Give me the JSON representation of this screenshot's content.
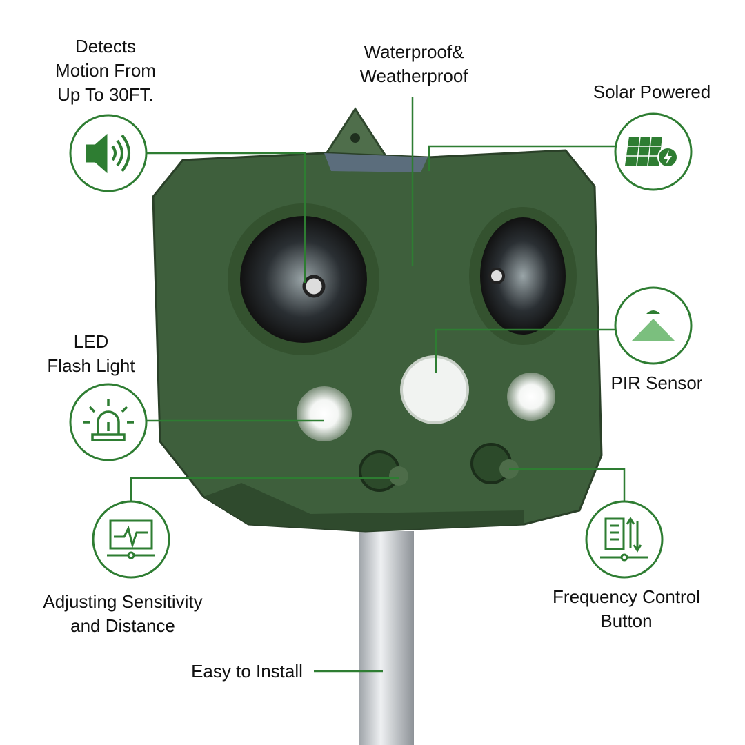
{
  "accent_color": "#2e7d32",
  "device_color": "#3e5f3c",
  "features": {
    "motion": {
      "lines": [
        "Detects",
        "Motion From",
        "Up To 30FT."
      ],
      "icon": "speaker-icon"
    },
    "waterproof": {
      "lines": [
        "Waterproof&",
        "Weatherproof"
      ]
    },
    "solar": {
      "lines": [
        "Solar Powered"
      ],
      "icon": "solar-panel-icon"
    },
    "led": {
      "lines": [
        "LED",
        "Flash Light"
      ],
      "icon": "alarm-light-icon"
    },
    "pir": {
      "lines": [
        "PIR Sensor"
      ],
      "icon": "pir-sensor-icon"
    },
    "sensitivity": {
      "lines": [
        "Adjusting Sensitivity",
        "and Distance"
      ],
      "icon": "monitor-pulse-icon"
    },
    "frequency": {
      "lines": [
        "Frequency Control",
        "Button"
      ],
      "icon": "frequency-control-icon"
    },
    "install": {
      "lines": [
        "Easy to Install"
      ]
    }
  }
}
